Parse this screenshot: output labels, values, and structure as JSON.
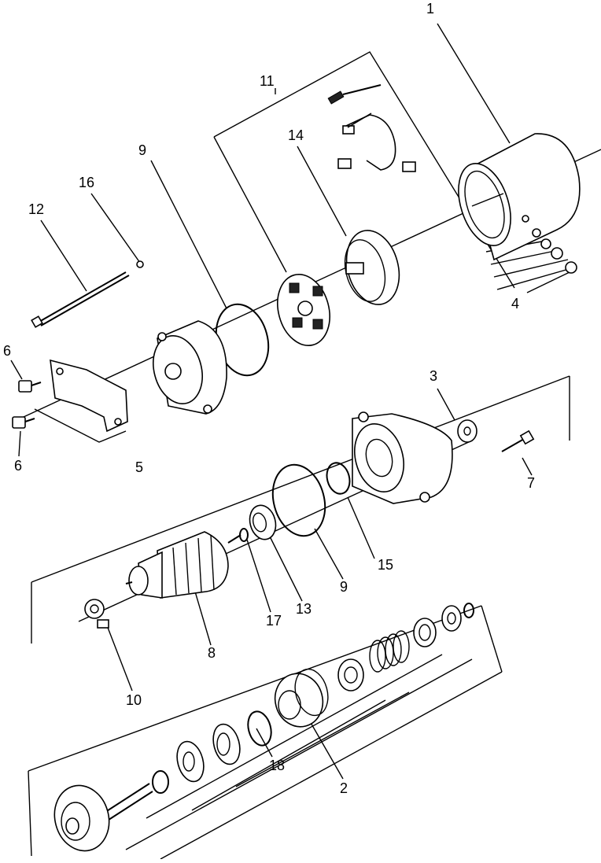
{
  "diagram": {
    "callouts": [
      {
        "id": "c1",
        "label": "1"
      },
      {
        "id": "c2",
        "label": "2"
      },
      {
        "id": "c3",
        "label": "3"
      },
      {
        "id": "c4",
        "label": "4"
      },
      {
        "id": "c5",
        "label": "5"
      },
      {
        "id": "c6a",
        "label": "6"
      },
      {
        "id": "c6b",
        "label": "6"
      },
      {
        "id": "c7",
        "label": "7"
      },
      {
        "id": "c8",
        "label": "8"
      },
      {
        "id": "c9a",
        "label": "9"
      },
      {
        "id": "c9b",
        "label": "9"
      },
      {
        "id": "c10",
        "label": "10"
      },
      {
        "id": "c11",
        "label": "11"
      },
      {
        "id": "c12",
        "label": "12"
      },
      {
        "id": "c13",
        "label": "13"
      },
      {
        "id": "c14",
        "label": "14"
      },
      {
        "id": "c15",
        "label": "15"
      },
      {
        "id": "c16",
        "label": "16"
      },
      {
        "id": "c17",
        "label": "17"
      },
      {
        "id": "c18",
        "label": "18"
      }
    ]
  }
}
